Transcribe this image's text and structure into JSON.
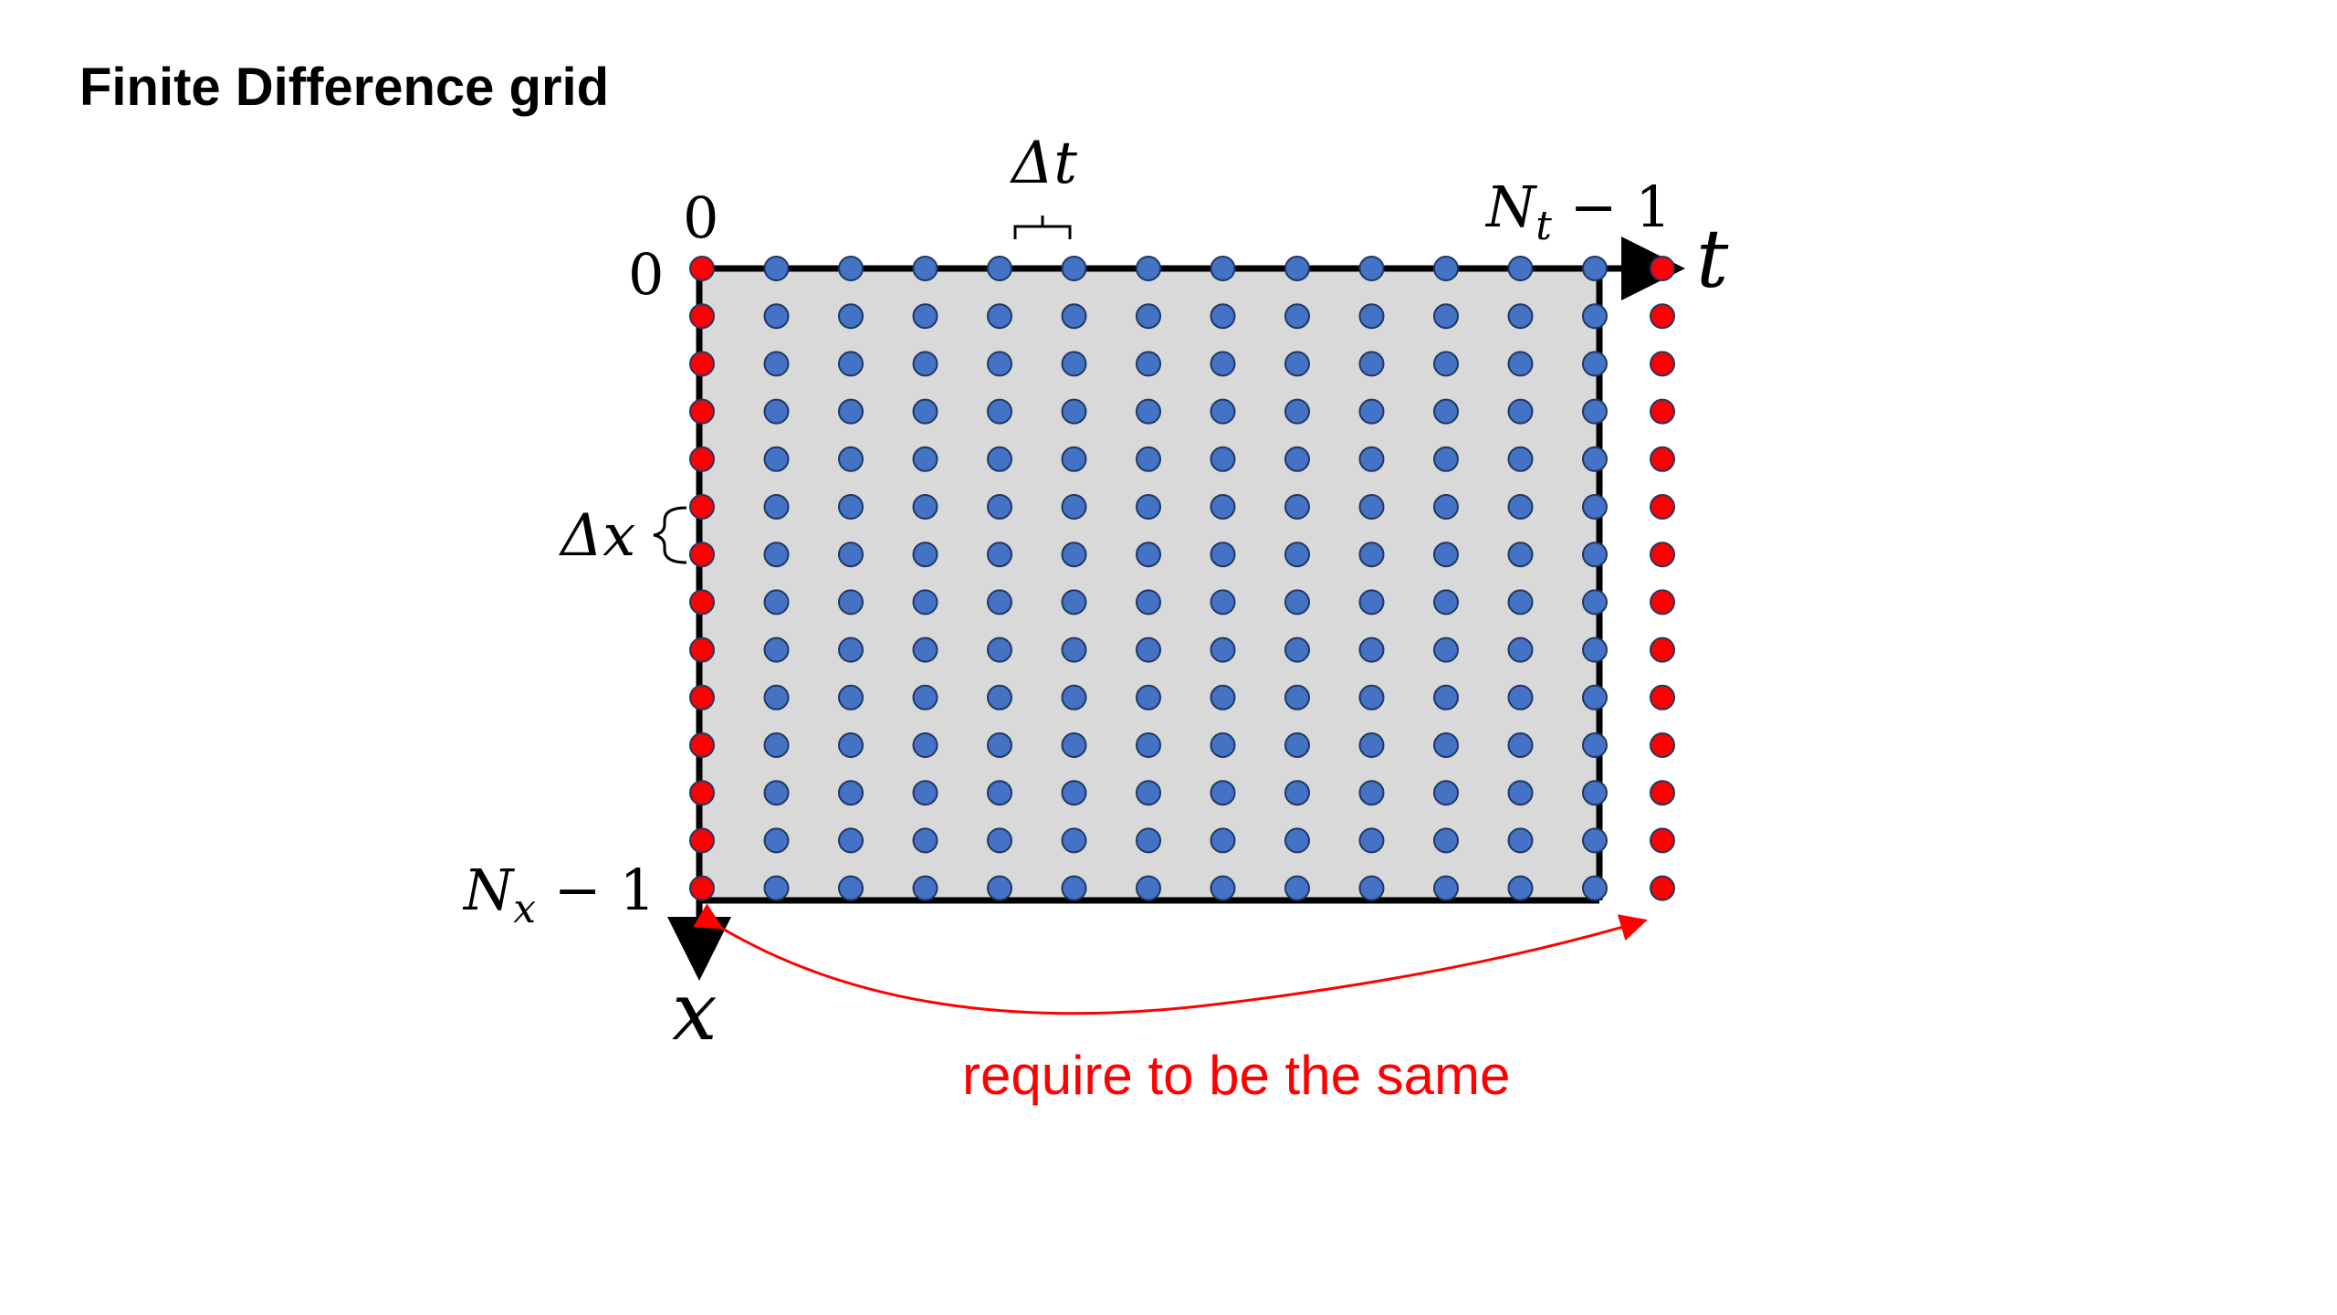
{
  "title": "Finite Difference grid",
  "grid": {
    "rows": 14,
    "cols": 13
  },
  "labels": {
    "t_axis": "t",
    "x_axis": "x",
    "x_start": "0",
    "t_start": "0",
    "t_end": "N",
    "t_end_sub": "t",
    "t_end_rest": " − 1",
    "x_end": "N",
    "x_end_sub": "x",
    "x_end_rest": " − 1",
    "delta_t": "Δt",
    "delta_x": "Δx",
    "periodic_note": "require to be the same"
  },
  "colors": {
    "boundary_point": "#ff0000",
    "interior_point": "#4472c4",
    "domain_fill": "#d9d9d9",
    "axis": "#000000",
    "note": "#ff0000"
  }
}
